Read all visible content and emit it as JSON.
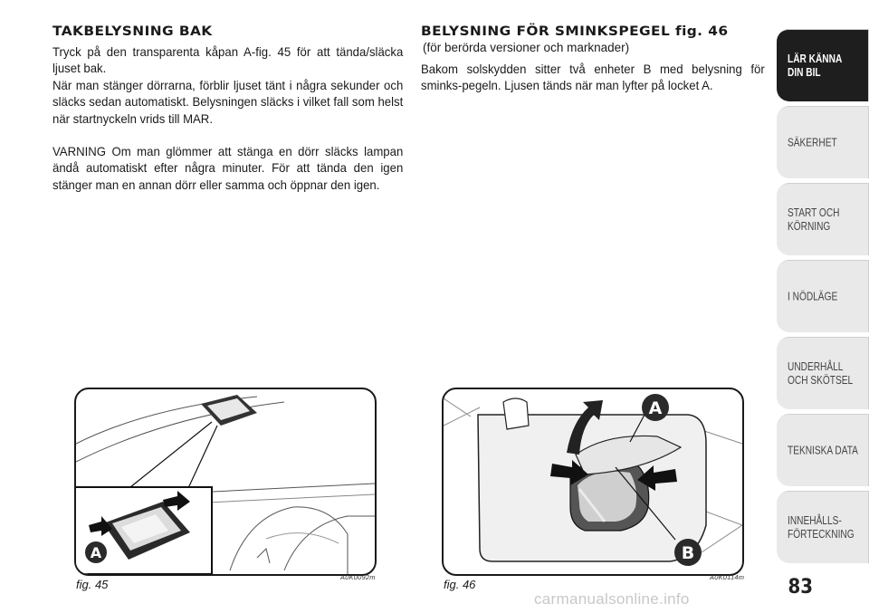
{
  "left": {
    "heading": "TAKBELYSNING BAK",
    "para1_line1": "Tryck på den transparenta kåpan A-fig. 45 för att tända/släcka ljuset bak.",
    "para1_line2": "När man stänger dörrarna, förblir ljuset tänt i några sekunder och släcks sedan automatiskt. Belysningen släcks i vilket fall som helst när startnyckeln vrids till MAR.",
    "para2": "VARNING Om man glömmer att stänga en dörr släcks lampan ändå automatiskt efter några minuter. För att tända den igen stänger man en annan dörr eller samma och öppnar den igen."
  },
  "right": {
    "heading": "BELYSNING FÖR SMINKSPEGEL fig. 46",
    "subheading": "(för berörda versioner och marknader)",
    "para1": "Bakom solskydden sitter två enheter B med belysning för sminks-pegeln. Ljusen tänds när man lyfter på locket A."
  },
  "figures": {
    "fig45": {
      "label": "fig. 45",
      "code": "A0K0092m",
      "callout_a": "A"
    },
    "fig46": {
      "label": "fig. 46",
      "code": "A0K0114m",
      "callout_a": "A",
      "callout_b": "B"
    }
  },
  "sidebar": {
    "tabs": [
      {
        "label": "LÄR KÄNNA\nDIN BIL",
        "active": true
      },
      {
        "label": "SÄKERHET"
      },
      {
        "label": "START OCH\nKÖRNING"
      },
      {
        "label": "I NÖDLÄGE"
      },
      {
        "label": "UNDERHÅLL\nOCH SKÖTSEL"
      },
      {
        "label": "TEKNISKA DATA"
      },
      {
        "label": "INNEHÅLLS-\nFÖRTECKNING"
      }
    ]
  },
  "page_number": "83",
  "watermark": "carmanualsonline.info",
  "colors": {
    "ink": "#1a1a1a",
    "tab_bg": "#e9e9e9",
    "tab_active": "#1e1e1e"
  }
}
